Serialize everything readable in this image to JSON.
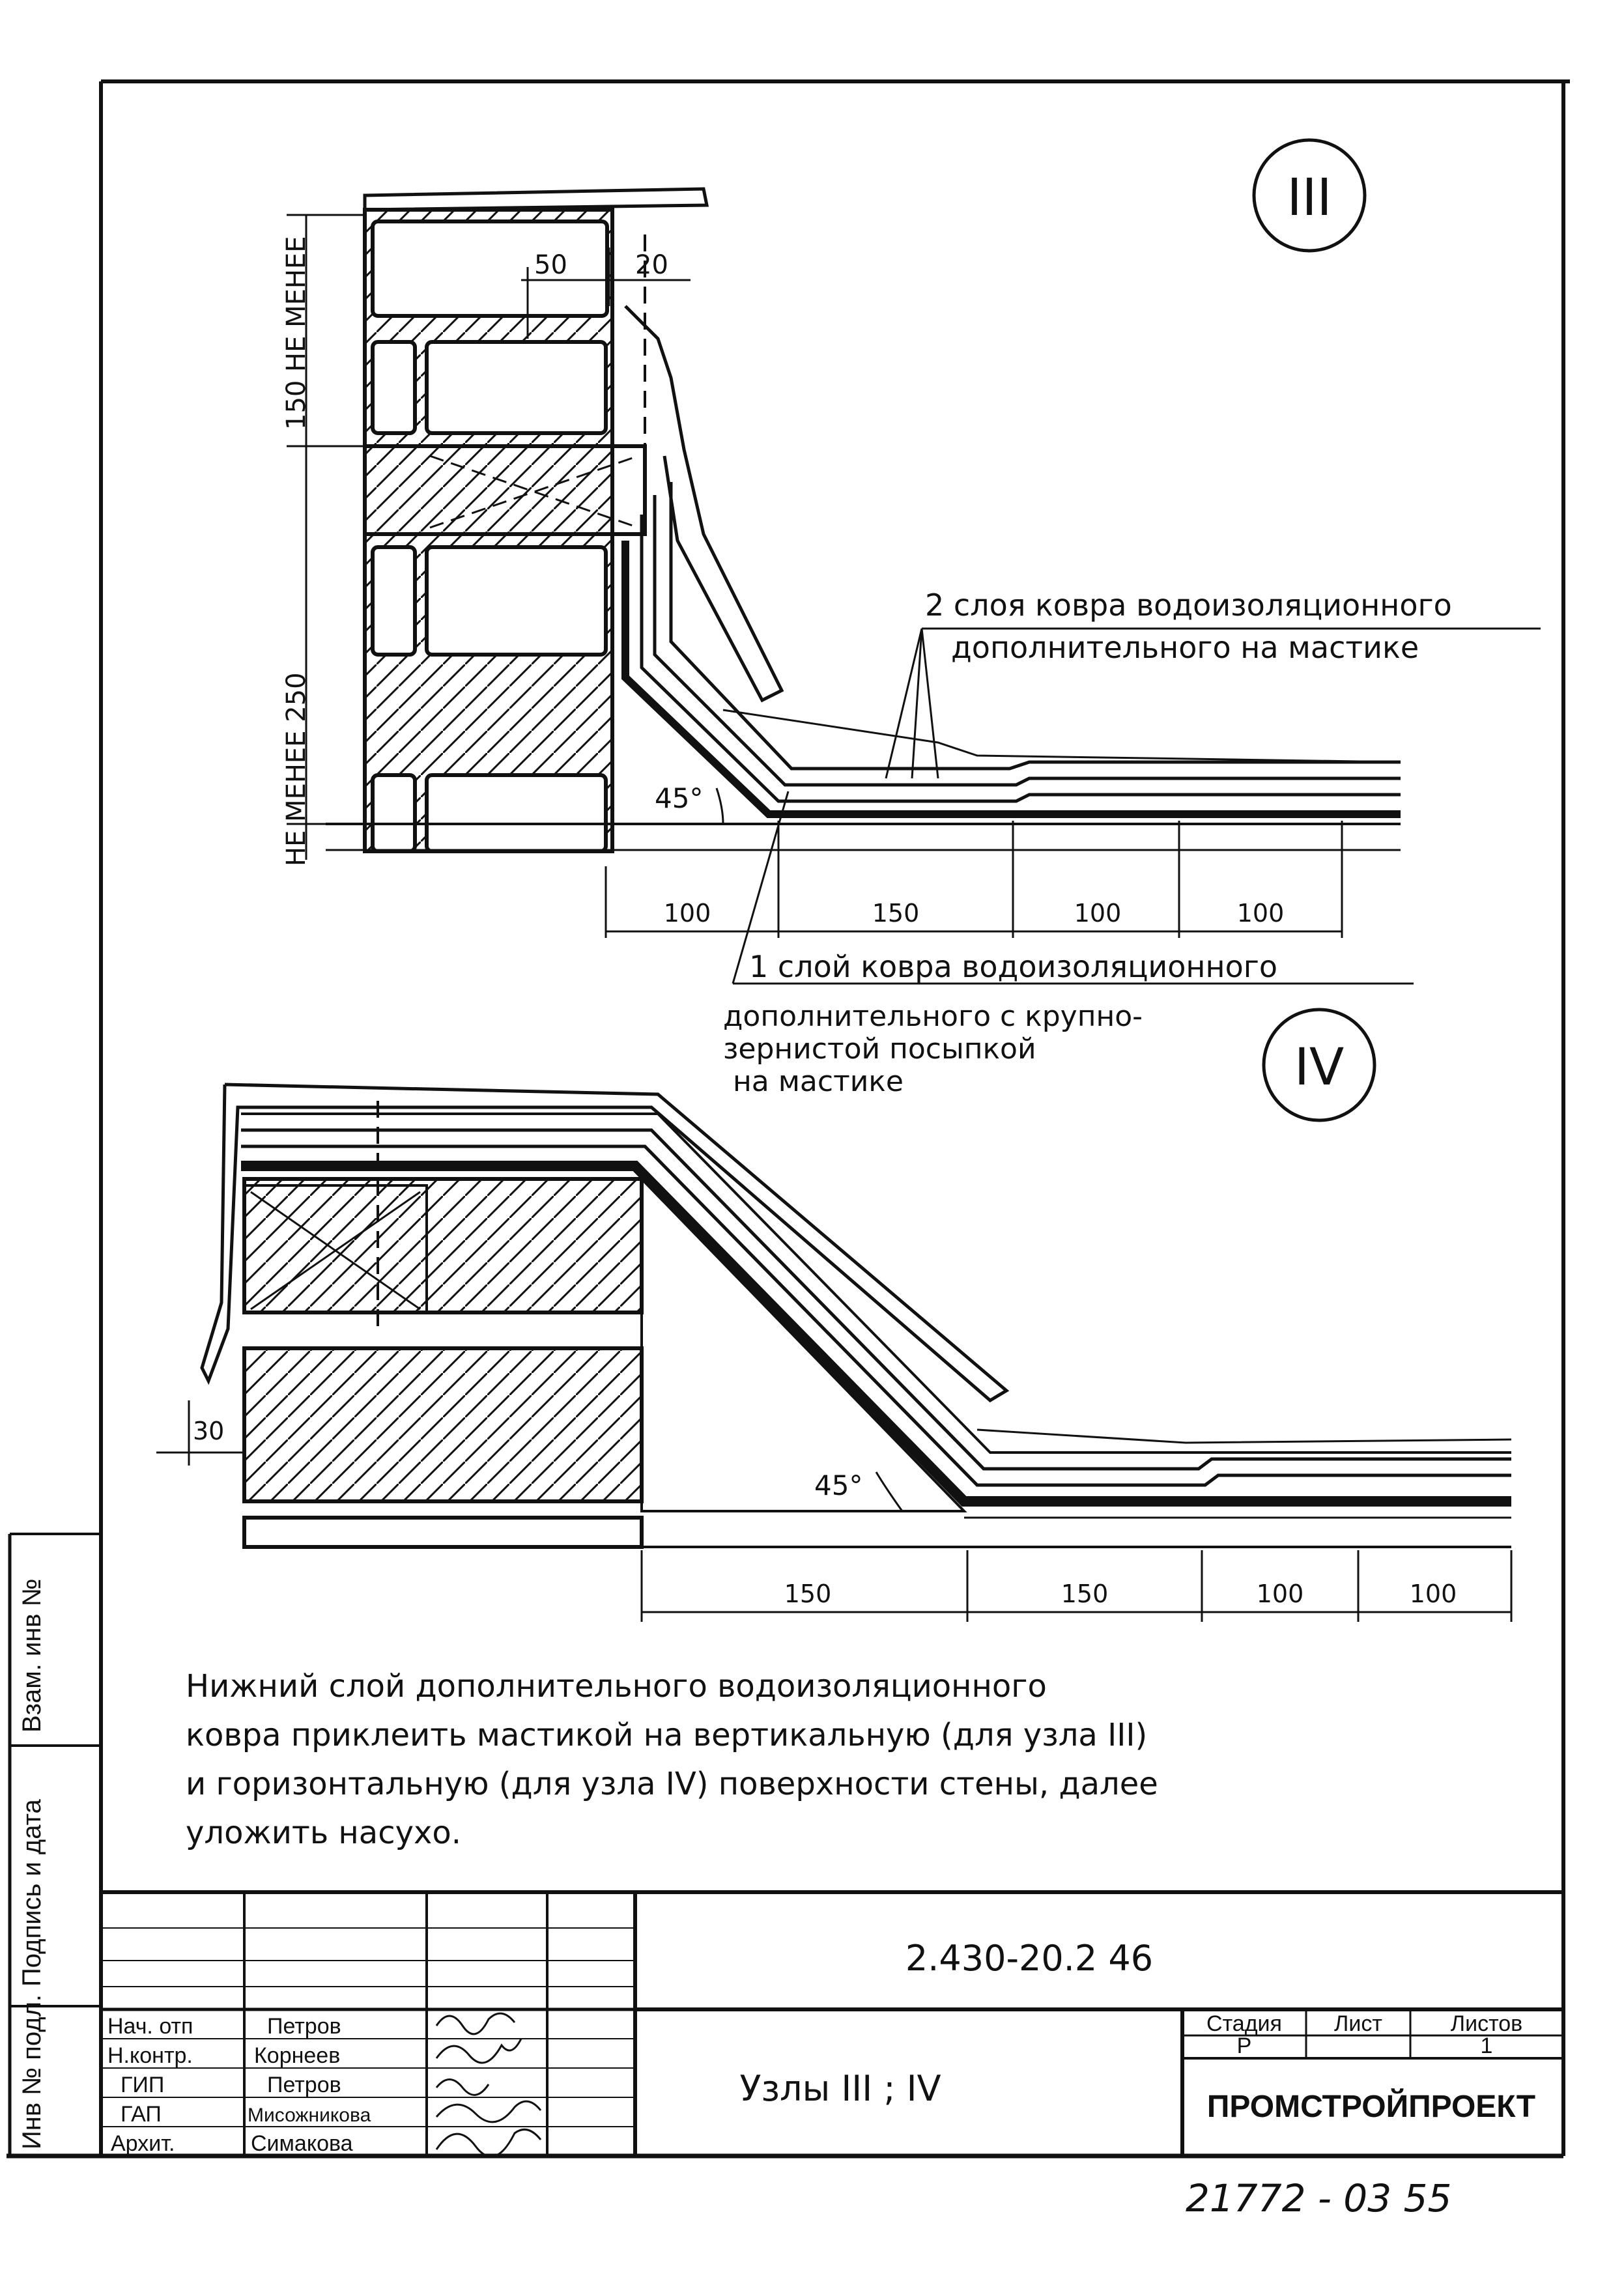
{
  "detail_marks": {
    "node_3": "III",
    "node_4": "IV"
  },
  "node3": {
    "dim_top": "150 НЕ МЕНЕЕ",
    "dim_bottom": "НЕ МЕНЕЕ 250",
    "dim_50": "50",
    "dim_20": "20",
    "angle": "45°",
    "dims_horizontal": [
      "100",
      "150",
      "100",
      "100"
    ],
    "label_upper_1": "2 слоя ковра водоизоляционного",
    "label_upper_2": "дополнительного на мастике",
    "label_lower_1": "1 слой ковра водоизоляционного",
    "label_lower_2": "дополнительного с крупно-",
    "label_lower_3": "зернистой посыпкой",
    "label_lower_4": "на мастике"
  },
  "node4": {
    "dim_30": "30",
    "angle": "45°",
    "dims_horizontal": [
      "150",
      "150",
      "100",
      "100"
    ]
  },
  "note": {
    "line1": "Нижний слой дополнительного водоизоляционного",
    "line2": "ковра приклеить мастикой на вертикальную (для узла III)",
    "line3": "и горизонтальную (для узла IV) поверхности стены, далее",
    "line4": "уложить насухо."
  },
  "side_stamp": {
    "cell1": "Взам. инв №",
    "cell2": "Подпись и дата",
    "cell3": "Инв № подл."
  },
  "title_block": {
    "doc_code": "2.430-20.2 46",
    "title": "Узлы III ; IV",
    "stage_label": "Стадия",
    "sheet_label": "Лист",
    "sheets_label": "Листов",
    "stage": "Р",
    "sheets": "1",
    "org": "ПРОМСТРОЙПРОЕКТ",
    "roles": [
      "Нач. отп",
      "Н.контр.",
      "ГИП",
      "ГАП",
      "Архит."
    ],
    "names": [
      "Петров",
      "Корнеев",
      "Петров",
      "Мисожникова",
      "Симакова"
    ]
  },
  "archive_number": "21772 - 03 55"
}
